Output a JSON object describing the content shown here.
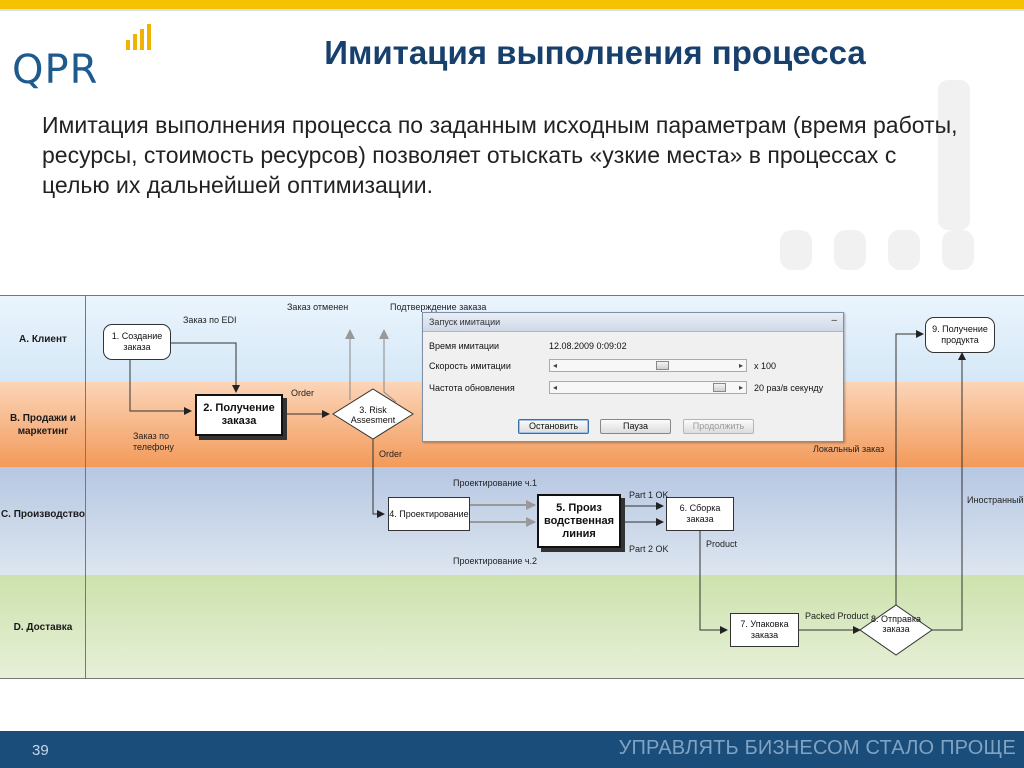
{
  "header": {
    "logo_text": "QPR",
    "title": "Имитация выполнения процесса"
  },
  "intro": "Имитация выполнения процесса по заданным исходным параметрам (время работы, ресурсы, стоимость ресурсов) позволяет отыскать «узкие места» в процессах с целью их дальнейшей оптимизации.",
  "lanes": [
    {
      "label": "A. Клиент",
      "color": "#dfeefa"
    },
    {
      "label": "B. Продажи и маркетинг",
      "color": "#f6a26b"
    },
    {
      "label": "C. Производство",
      "color": "#c6d3e6"
    },
    {
      "label": "D. Доставка",
      "color": "#d3e5b6"
    }
  ],
  "diagram": {
    "nodes": {
      "n1": "1. Создание заказа",
      "n2": "2. Получение заказа",
      "n3": "3. Risk Assesment",
      "n4": "4. Проектирование",
      "n5": "5. Произ водственная линия",
      "n6": "6. Сборка заказа",
      "n7": "7. Упаковка заказа",
      "n8": "8. Отправка заказа",
      "n9": "9. Получение продукта"
    },
    "labels": {
      "edi": "Заказ по EDI",
      "phone": "Заказ по телефону",
      "order1": "Order",
      "order2": "Order",
      "cancelled": "Заказ отменен",
      "confirm": "Подтверждение заказа",
      "proj1": "Проектирование ч.1",
      "proj2": "Проектирование ч.2",
      "part1": "Part 1 OK",
      "part2": "Part 2 OK",
      "product": "Product",
      "packed": "Packed Product",
      "local": "Локальный заказ",
      "foreign": "Иностранный"
    }
  },
  "dialog": {
    "title": "Запуск имитации",
    "minimize": "–",
    "time_label": "Время имитации",
    "time_value": "12.08.2009 0:09:02",
    "speed_label": "Скорость имитации",
    "speed_suffix": "x 100",
    "speed_level": 0.59,
    "refresh_label": "Частота обновления",
    "refresh_suffix": "20 раз/в секунду",
    "refresh_level": 0.95,
    "btn_stop": "Остановить",
    "btn_pause": "Пауза",
    "btn_resume": "Продолжить"
  },
  "footer": {
    "page": "39",
    "slogan": "УПРАВЛЯТЬ БИЗНЕСОМ СТАЛО ПРОЩЕ"
  },
  "colors": {
    "accent_bar": "#f5c200",
    "brand_blue": "#1b4d7a",
    "title_blue": "#17406d"
  }
}
